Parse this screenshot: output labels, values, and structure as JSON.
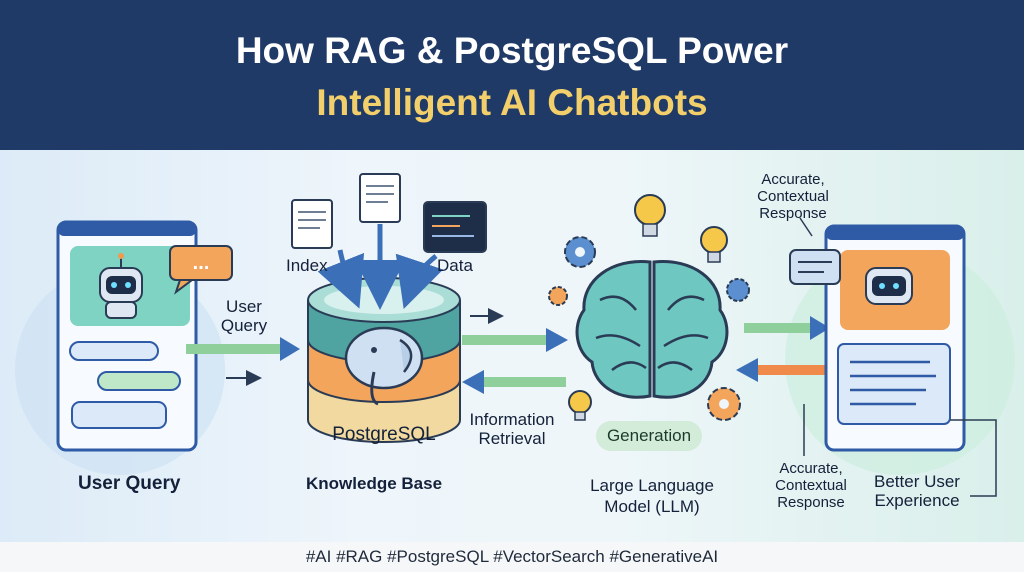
{
  "header": {
    "title_line1": "How RAG & PostgreSQL Power",
    "title_line2": "Intelligent AI Chatbots"
  },
  "left_panel": {
    "arrow_label": "User\nQuery",
    "caption": "User Query",
    "chat_bubble_dots": "..."
  },
  "knowledge_base": {
    "index_label": "Index",
    "data_label": "Data",
    "db_label": "PostgreSQL",
    "caption": "Knowledge Base",
    "retrieval_label": "Information\nRetrieval"
  },
  "llm": {
    "generation_label": "Generation",
    "caption_line1": "Large Language",
    "caption_line2": "Model (LLM)"
  },
  "right_panel": {
    "top_label_line1": "Accurate,",
    "top_label_line2": "Contextual",
    "top_label_line3": "Response",
    "bottom_left_line1": "Accurate,",
    "bottom_left_line2": "Contextual",
    "bottom_left_line3": "Response",
    "bottom_right_line1": "Better User",
    "bottom_right_line2": "Experience"
  },
  "footer": {
    "hashtags": "#AI #RAG #PostgreSQL #VectorSearch #GenerativeAI"
  },
  "colors": {
    "header_bg": "#1f3a66",
    "title_accent": "#f2cf6a",
    "arrow_green": "#8fcf9c",
    "arrow_blue": "#3b6fb8",
    "arrow_orange": "#f08a4b",
    "db_teal": "#4fa3a0",
    "db_orange": "#f3a55c",
    "db_sand": "#f1d9a0"
  },
  "icons": [
    "robot-icon",
    "chat-bubble-icon",
    "document-icon",
    "code-window-icon",
    "elephant-icon",
    "brain-icon",
    "lightbulb-icon",
    "gear-icon"
  ]
}
